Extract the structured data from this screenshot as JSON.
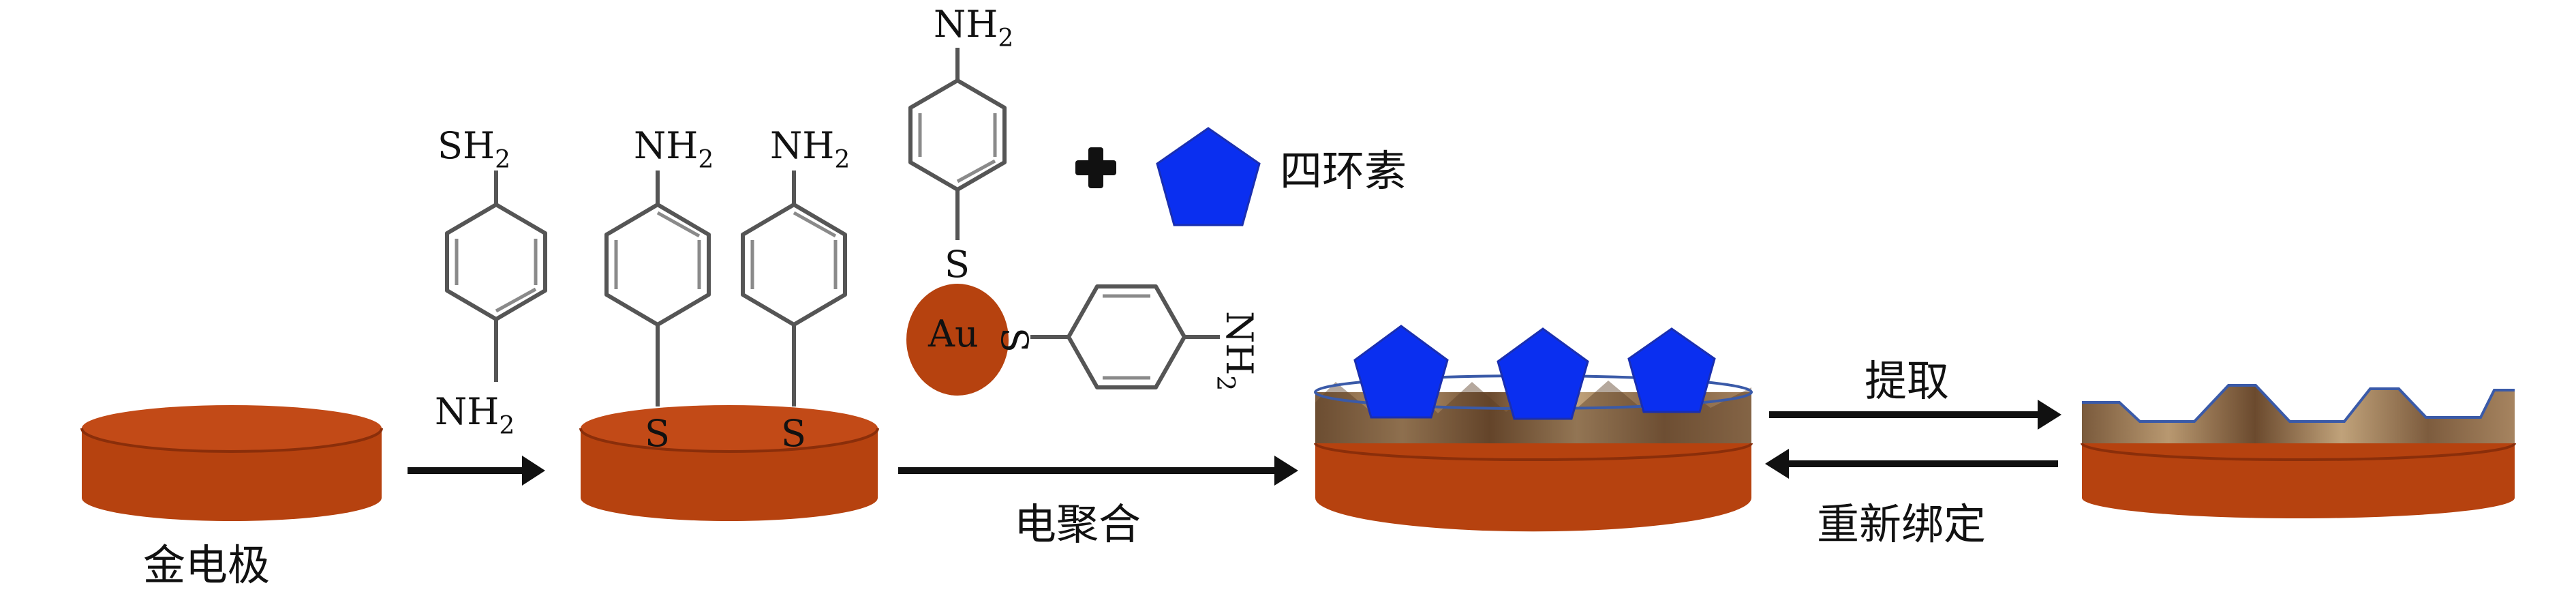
{
  "colors": {
    "electrode_top": "#c24a17",
    "electrode_side": "#b6420f",
    "electrode_edge": "#8a2e0a",
    "au_particle": "#b6420f",
    "tetracycline": "#0a2ff0",
    "polymer": "#8b6a4a"
  },
  "labels": {
    "molecule_top_1": "SH",
    "molecule_top_1_sub": "2",
    "molecule_bottom_1": "NH",
    "molecule_bottom_1_sub": "2",
    "molecule_a_top": "NH",
    "molecule_a_top_sub": "2",
    "molecule_b_top": "NH",
    "molecule_b_top_sub": "2",
    "sulfur_a": "S",
    "sulfur_b": "S",
    "au_molecule_top": "NH",
    "au_molecule_top_sub": "2",
    "au_sulfur_top": "S",
    "au_label": "Au",
    "au_sulfur_side": "S",
    "au_molecule_side": "NH",
    "au_molecule_side_sub": "2",
    "plus": "+",
    "tetracycline": "四环素",
    "step_electropolymerize": "电聚合",
    "step_extract": "提取",
    "step_rebind": "重新绑定",
    "gold_electrode": "金电极"
  },
  "icons": {
    "electrode": "disk-icon",
    "template": "pentagon-icon",
    "plus": "plus-icon"
  }
}
